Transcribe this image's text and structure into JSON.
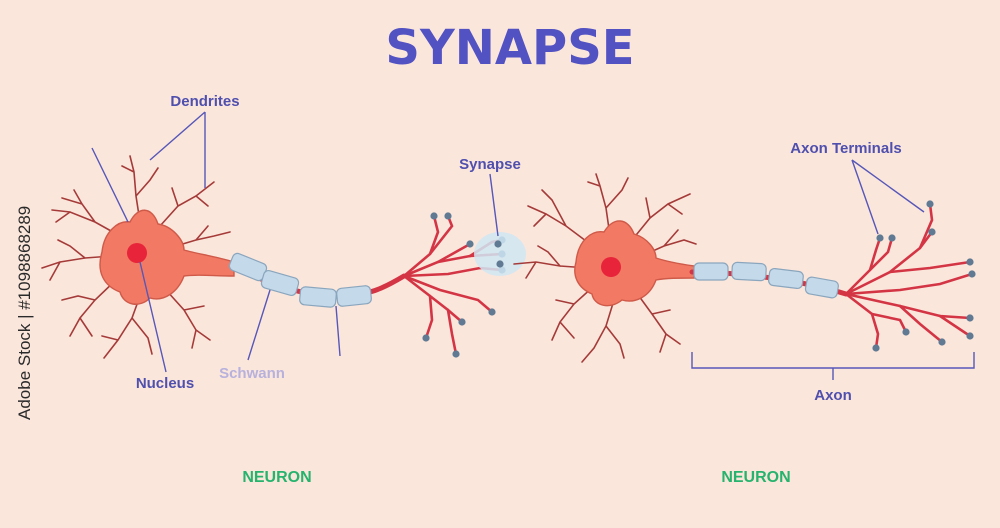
{
  "title": "SYNAPSE",
  "labels": {
    "dendrites": "Dendrites",
    "nucleus": "Nucleus",
    "schwann": "Schwann",
    "synapse": "Synapse",
    "axon_terminals": "Axon Terminals",
    "axon": "Axon"
  },
  "neuron_labels": [
    "NEURON",
    "NEURON"
  ],
  "watermark": "Adobe Stock",
  "stock_id": "#1098868289",
  "stock_caption": "Adobe Stock | #1098868289",
  "colors": {
    "background": "#fbe6dc",
    "title": "#5252c3",
    "label": "#4f4fae",
    "schwann_label": "#b7b1dc",
    "neuron_label": "#25b36d",
    "cell_body": "#f27a64",
    "nucleus": "#e8243a",
    "axon": "#d43545",
    "myelin": "#c4d9ea",
    "terminal": "#5f7a92"
  }
}
